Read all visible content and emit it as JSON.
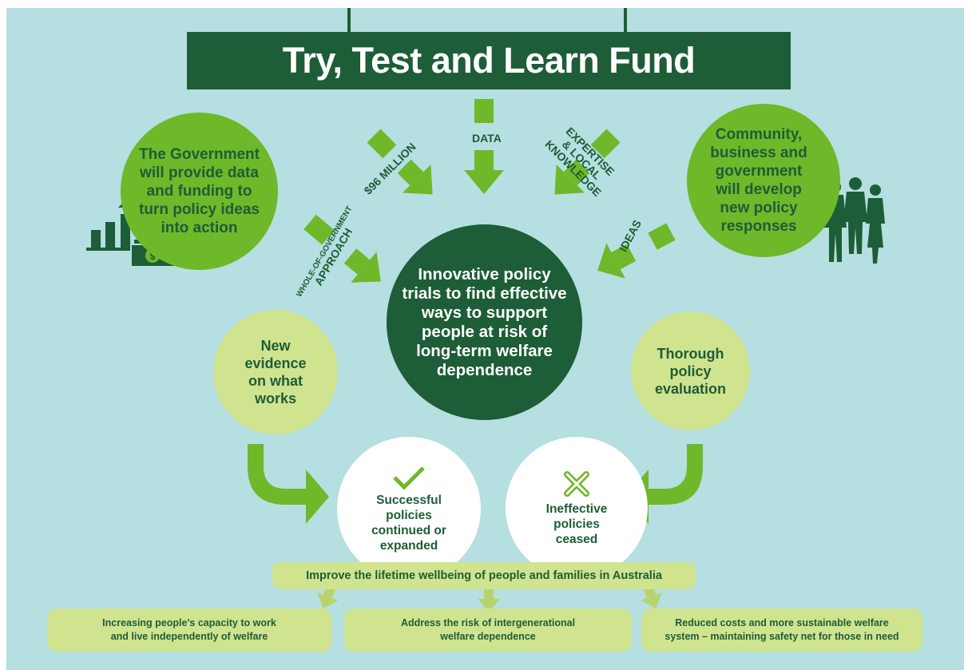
{
  "title": "Try, Test and Learn Fund",
  "government": "The Government\nwill provide data\nand funding to\nturn policy ideas\ninto action",
  "community": "Community,\nbusiness and\ngovernment\nwill develop\nnew policy\nresponses",
  "center": "Innovative policy\ntrials to find effective\nways to support\npeople at risk of\nlong-term welfare\ndependence",
  "inputs": {
    "funding": "$96 MILLION",
    "data": "DATA",
    "expertise": "EXPERTISE\n& LOCAL\nKNOWLEDGE",
    "wog_line1": "WHOLE-OF-GOVERNMENT",
    "wog_line2": "APPROACH",
    "ideas": "IDEAS"
  },
  "evidence": "New\nevidence\non what\nworks",
  "evaluation": "Thorough\npolicy\nevaluation",
  "successful": "Successful\npolicies\ncontinued or\nexpanded",
  "ineffective": "Ineffective\npolicies\nceased",
  "goal": "Improve the lifetime wellbeing of people and families in Australia",
  "outcomes": {
    "left": "Increasing people's capacity to work\nand live independently of welfare",
    "middle": "Address the risk of intergenerational\nwelfare dependence",
    "right": "Reduced costs and more sustainable welfare\nsystem – maintaining safety net for those in need"
  },
  "icons": [
    "bar-chart-arrow-icon",
    "dollar-banknote-icon",
    "people-silhouette-icon",
    "check-mark-icon",
    "cross-mark-icon"
  ],
  "colors": {
    "background": "#b5dfe0",
    "dark_green": "#1d5d37",
    "mid_green": "#6fb82a",
    "light_green": "#d0e38f",
    "white": "#ffffff"
  }
}
